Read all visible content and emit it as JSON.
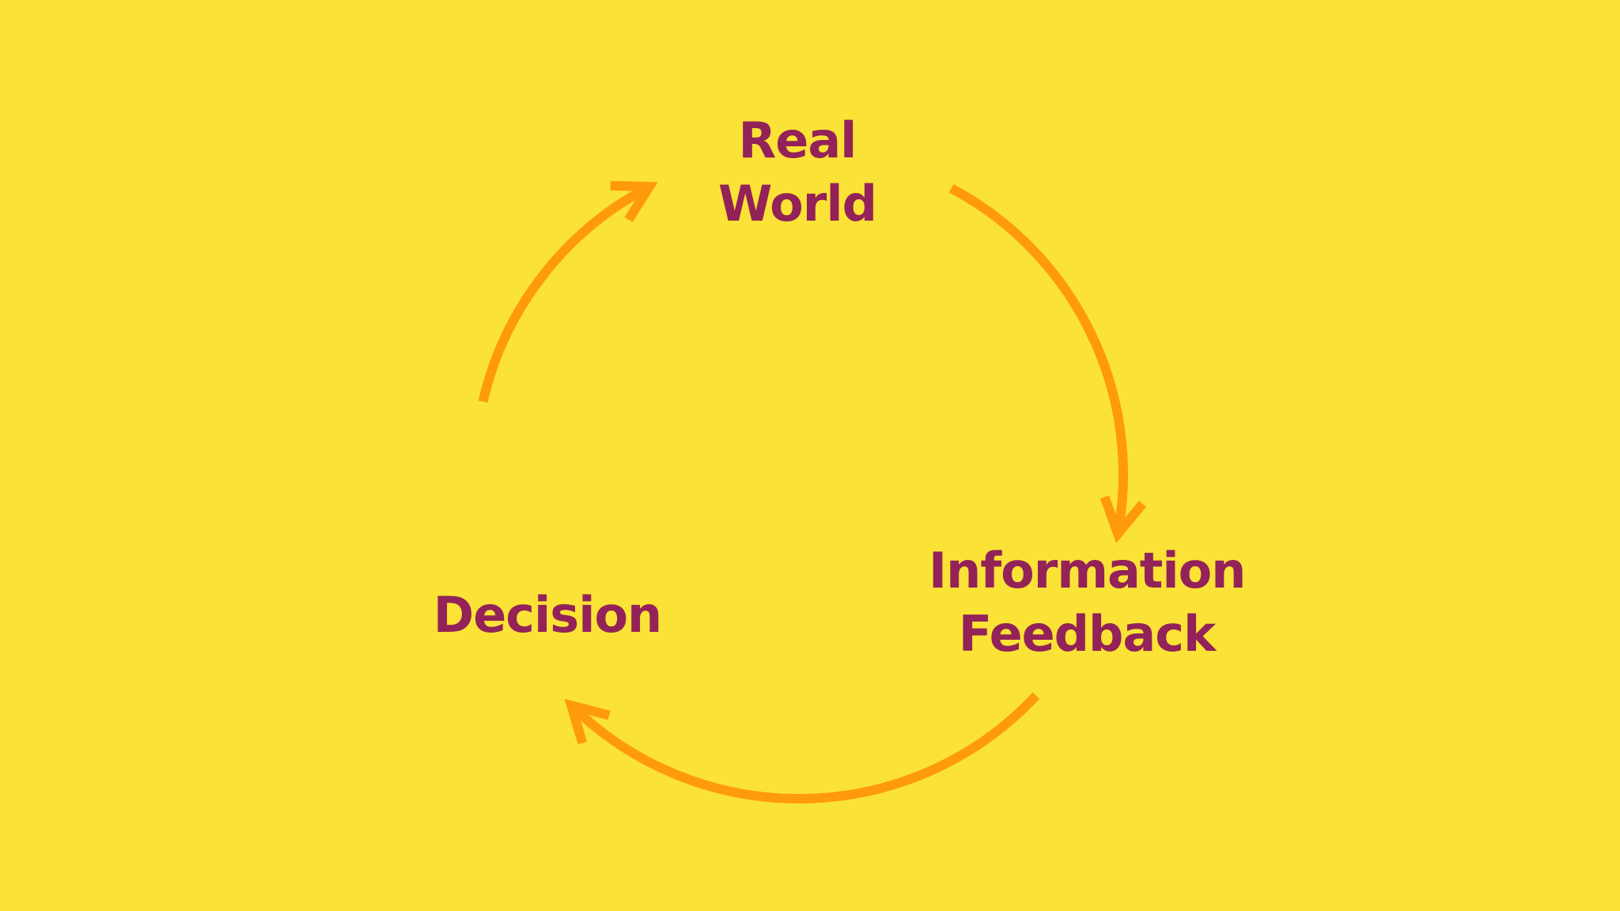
{
  "diagram": {
    "type": "cycle",
    "nodes": [
      {
        "id": "real-world",
        "lines": [
          "Real",
          "World"
        ]
      },
      {
        "id": "information-feedback",
        "lines": [
          "Information",
          "Feedback"
        ]
      },
      {
        "id": "decision",
        "lines": [
          "Decision"
        ]
      }
    ],
    "edges": [
      {
        "from": "real-world",
        "to": "information-feedback"
      },
      {
        "from": "information-feedback",
        "to": "decision"
      },
      {
        "from": "decision",
        "to": "real-world"
      }
    ]
  },
  "colors": {
    "background": "#FBE236",
    "arrow": "#FF9A0C",
    "label": "#932259"
  }
}
